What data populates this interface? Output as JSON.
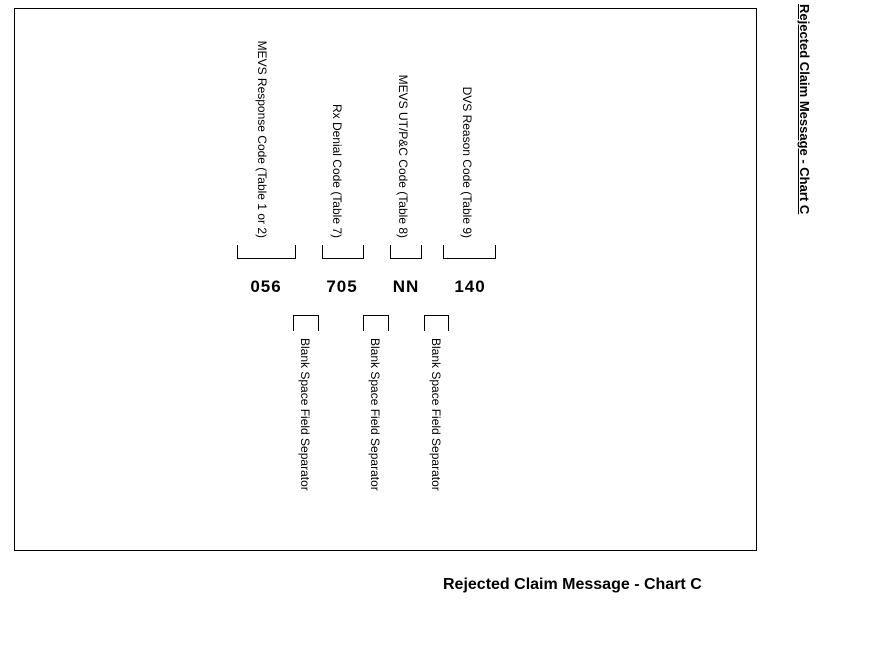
{
  "page": {
    "side_title": "Rejected Claim Message - Chart C",
    "caption": "Rejected Claim Message - Chart C"
  },
  "diagram": {
    "fields": [
      {
        "label": "MEVS Response Code (Table 1 or 2)",
        "value": "056"
      },
      {
        "label": "Rx Denial Code (Table 7)",
        "value": "705"
      },
      {
        "label": "MEVS UT/P&C Code (Table 8)",
        "value": "NN"
      },
      {
        "label": "DVS Reason Code (Table 9)",
        "value": "140"
      }
    ],
    "separators": [
      {
        "label": "Blank Space Field Separator"
      },
      {
        "label": "Blank Space Field Separator"
      },
      {
        "label": "Blank Space Field Separator"
      }
    ],
    "colors": {
      "border": "#000000",
      "text": "#000000",
      "background": "#ffffff"
    }
  }
}
